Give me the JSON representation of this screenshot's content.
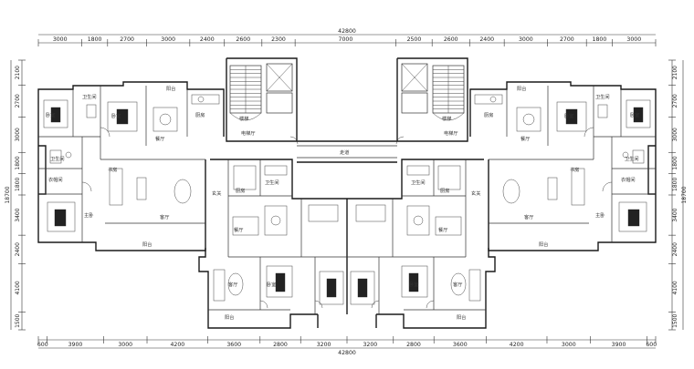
{
  "dimensions": {
    "top_total": "42800",
    "bottom_total": "42800",
    "top_segments": [
      "3000",
      "1800",
      "2700",
      "3000",
      "2400",
      "2600",
      "2300",
      "7000",
      "2500",
      "2600",
      "2400",
      "3000",
      "2700",
      "1800",
      "3000"
    ],
    "bottom_segments": [
      "600",
      "3900",
      "3000",
      "4200",
      "3600",
      "2800",
      "3200",
      "3200",
      "2800",
      "3600",
      "4200",
      "3000",
      "3900",
      "600"
    ],
    "left_segments": [
      "2100",
      "2700",
      "3000",
      "1800",
      "1800",
      "3400",
      "2400",
      "4100",
      "1500"
    ],
    "left_total": "18700",
    "right_segments": [
      "2100",
      "2700",
      "3000",
      "1800",
      "1800",
      "3400",
      "2400",
      "4100",
      "1500"
    ],
    "right_total": "18700"
  },
  "rooms": {
    "left_unit": {
      "balcony_top": "阳台",
      "kitchen": "厨房",
      "bath_main": "卫生间",
      "bath_2": "卫生间",
      "dining": "餐厅",
      "living": "客厅",
      "bedroom_1": "卧室",
      "bedroom_2": "卧室",
      "master": "主卧",
      "balcony_bottom": "阳台",
      "dressing": "衣帽间",
      "study": "书房"
    },
    "left_center_unit": {
      "kitchen": "厨房",
      "bath": "卫生间",
      "dining": "餐厅",
      "living": "客厅",
      "bedroom": "卧室",
      "balcony": "阳台",
      "entry": "玄关"
    },
    "right_center_unit": {
      "kitchen": "厨房",
      "bath": "卫生间",
      "dining": "餐厅",
      "living": "客厅",
      "bedroom": "卧室",
      "balcony": "阳台",
      "entry": "玄关"
    },
    "right_unit": {
      "balcony_top": "阳台",
      "kitchen": "厨房",
      "bath_main": "卫生间",
      "bath_2": "卫生间",
      "dining": "餐厅",
      "living": "客厅",
      "bedroom_1": "卧室",
      "bedroom_2": "卧室",
      "master": "主卧",
      "balcony_bottom": "阳台",
      "dressing": "衣帽间",
      "study": "书房"
    },
    "core": {
      "lobby_left": "电梯厅",
      "lobby_right": "电梯厅",
      "stair_left": "楼梯",
      "stair_right": "楼梯",
      "corridor": "走道"
    }
  }
}
